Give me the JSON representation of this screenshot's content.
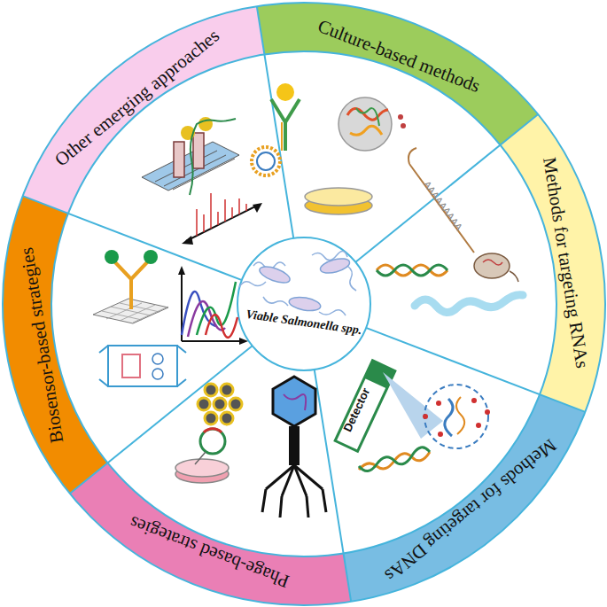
{
  "diagram": {
    "nodes": [
      {
        "text": [
          "Culture-based methods"
        ]
      },
      {
        "text": [
          "Methods for targeting RNAs"
        ]
      },
      {
        "text": [
          "Methods for targeting DNAs"
        ]
      },
      {
        "text": [
          "Phage-based strategies"
        ]
      },
      {
        "text": [
          "Biosensor-based strategies"
        ]
      },
      {
        "text": [
          "Other emerging approaches"
        ]
      },
      {
        "text": [
          "Viable Salmonella spp."
        ]
      }
    ],
    "labels": [
      "AAAAAAAAA",
      "Detector"
    ]
  }
}
